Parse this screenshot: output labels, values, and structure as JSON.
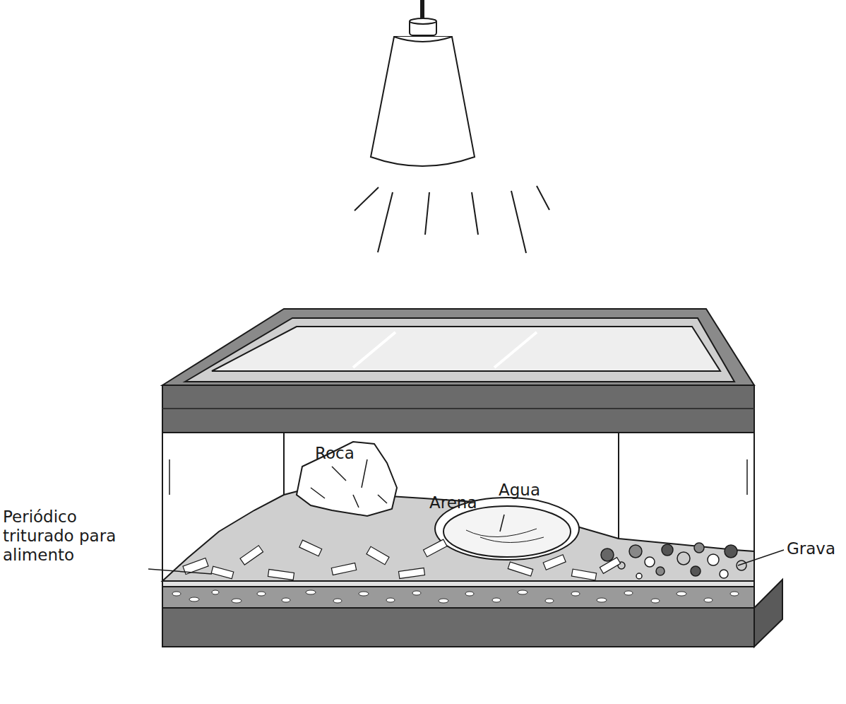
{
  "diagram": {
    "labels": [
      "Roca",
      "Arena",
      "Agua",
      "Periódico triturado para alimento",
      "Grava"
    ]
  }
}
